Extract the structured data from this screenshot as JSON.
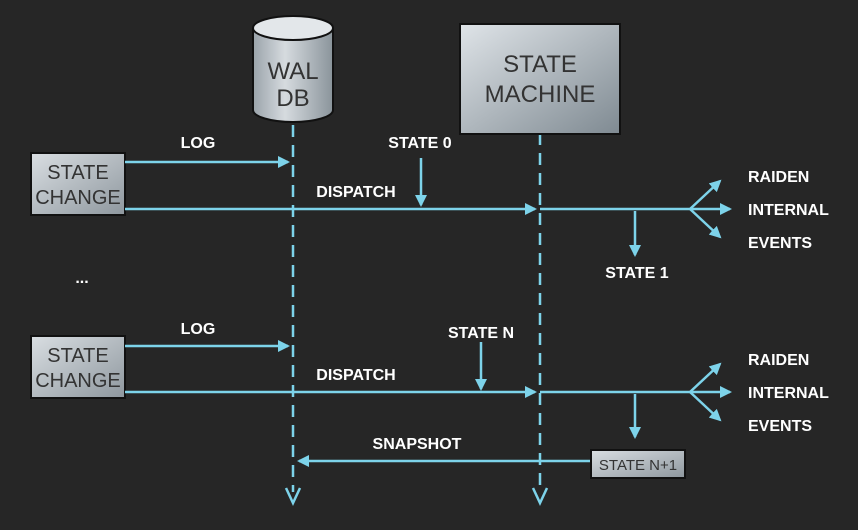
{
  "wal_db": {
    "line1": "WAL",
    "line2": "DB"
  },
  "state_machine": {
    "line1": "STATE",
    "line2": "MACHINE"
  },
  "group1": {
    "state_change": {
      "line1": "STATE",
      "line2": "CHANGE"
    },
    "log_label": "LOG",
    "dispatch_label": "DISPATCH",
    "state_in_label": "STATE 0",
    "state_out_label": "STATE 1",
    "events": [
      "RAIDEN",
      "INTERNAL",
      "EVENTS"
    ]
  },
  "ellipsis": "...",
  "group2": {
    "state_change": {
      "line1": "STATE",
      "line2": "CHANGE"
    },
    "log_label": "LOG",
    "dispatch_label": "DISPATCH",
    "state_in_label": "STATE N",
    "events": [
      "RAIDEN",
      "INTERNAL",
      "EVENTS"
    ],
    "snapshot_label": "SNAPSHOT",
    "state_out_label": "STATE N+1"
  },
  "colors": {
    "arrow": "#7dd3ea",
    "background": "#262626",
    "box_fill": "#b8c0c6",
    "text": "#ffffff"
  }
}
